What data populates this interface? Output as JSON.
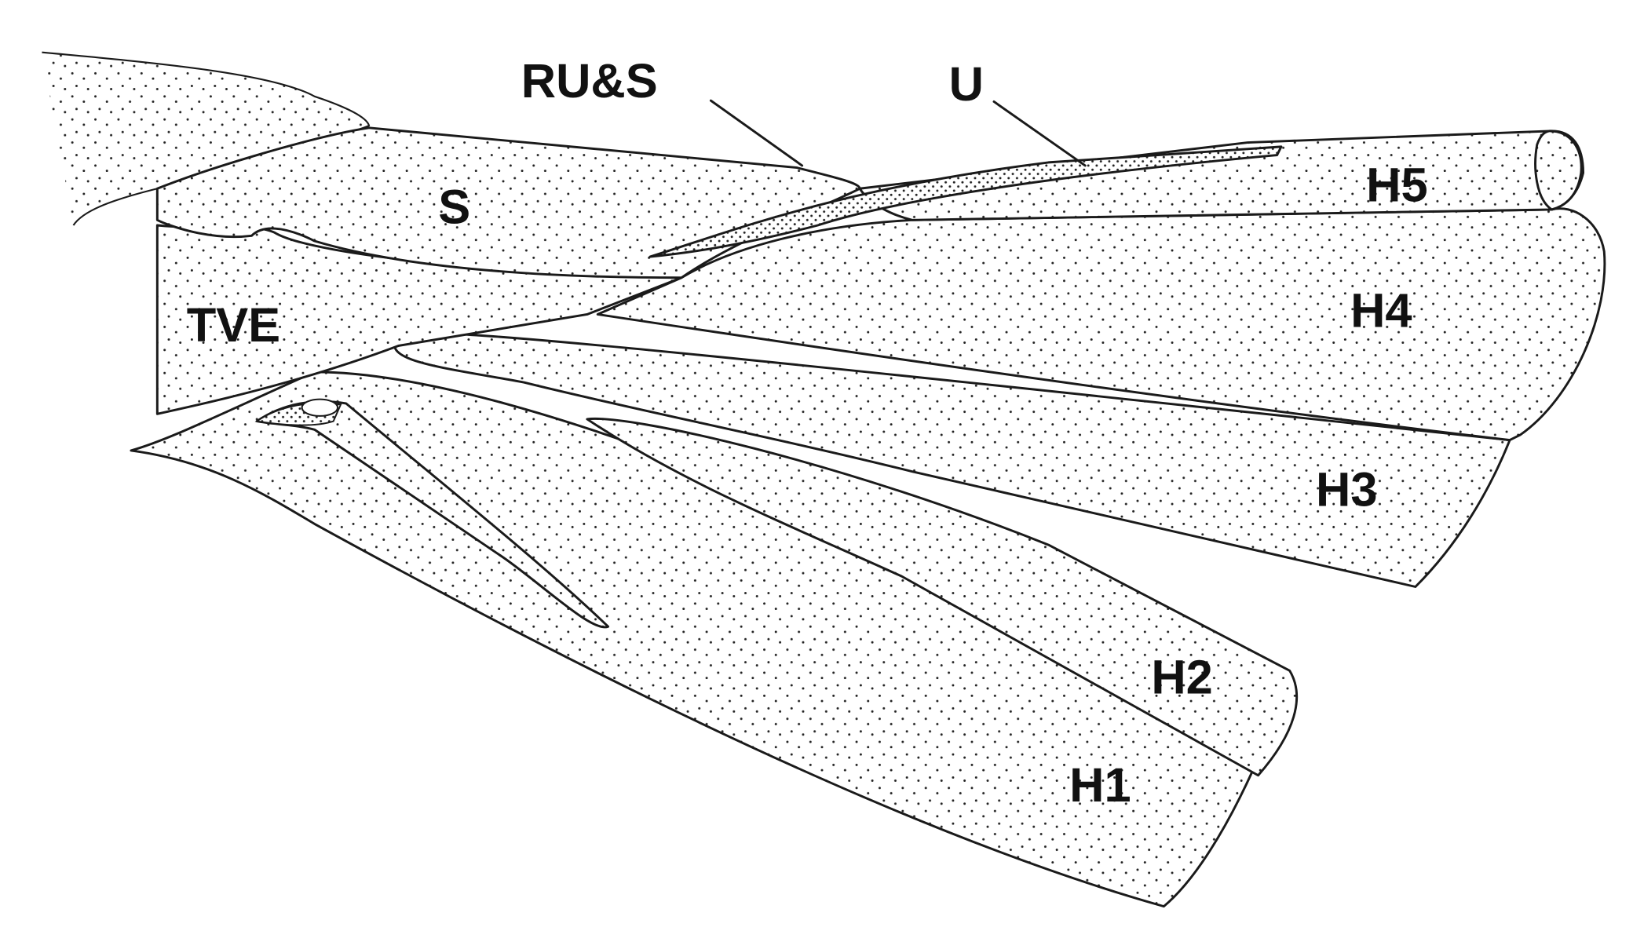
{
  "figure": {
    "labels": {
      "ru_s": "RU&S",
      "u": "U",
      "s": "S",
      "tve": "TVE",
      "h5": "H5",
      "h4": "H4",
      "h3": "H3",
      "h2": "H2",
      "h1": "H1"
    },
    "colors": {
      "ink": "#1a1a1a",
      "background": "#ffffff"
    }
  }
}
